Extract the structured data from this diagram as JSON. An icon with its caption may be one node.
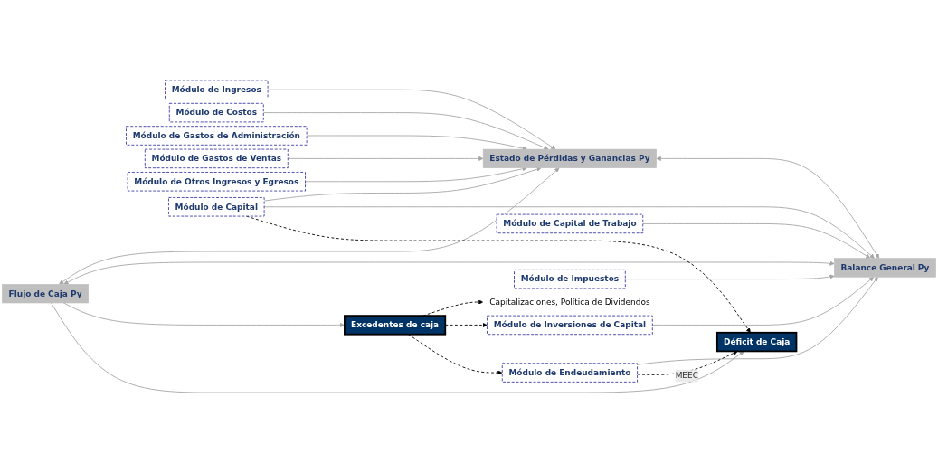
{
  "diagram": {
    "nodes": [
      {
        "text": [
          "Módulo de Ingresos"
        ]
      },
      {
        "text": [
          "Módulo de Costos"
        ]
      },
      {
        "text": [
          "Módulo de Gastos de Administración"
        ]
      },
      {
        "text": [
          "Módulo de Gastos de Ventas"
        ]
      },
      {
        "text": [
          "Módulo de Otros Ingresos y Egresos"
        ]
      },
      {
        "text": [
          "Excedentes de caja"
        ]
      },
      {
        "text": [
          "Capitalizaciones, Política de Dividendos"
        ]
      },
      {
        "text": [
          "Estado de Pérdidas y Ganancias Py"
        ]
      },
      {
        "text": [
          "Flujo de Caja Py"
        ]
      },
      {
        "text": [
          "Módulo de Capital"
        ]
      },
      {
        "text": [
          "Balance General Py"
        ]
      },
      {
        "text": [
          "Déficit de Caja"
        ]
      },
      {
        "text": [
          "Módulo de Capital de Trabajo"
        ]
      },
      {
        "text": [
          "Módulo de Inversiones de Capital"
        ]
      },
      {
        "text": [
          "Módulo de Endeudamiento"
        ]
      },
      {
        "text": [
          "Módulo de Impuestos"
        ]
      }
    ],
    "edges": [
      {
        "from": 0,
        "to": 7,
        "arrow": "to"
      },
      {
        "from": 1,
        "to": 7,
        "arrow": "to"
      },
      {
        "from": 2,
        "to": 7,
        "arrow": "to"
      },
      {
        "from": 3,
        "to": 7,
        "arrow": "to"
      },
      {
        "from": 4,
        "to": 7,
        "arrow": "to"
      },
      {
        "from": 5,
        "to": 6,
        "arrow": "to",
        "style": "dashed",
        "color": "#000000"
      },
      {
        "from": 8,
        "to": 7,
        "arrow": "both"
      },
      {
        "from": 8,
        "to": 10,
        "arrow": "both"
      },
      {
        "from": 7,
        "to": 10,
        "arrow": "both"
      },
      {
        "from": 9,
        "to": 7,
        "arrow": "to"
      },
      {
        "from": 9,
        "to": 10,
        "arrow": "to"
      },
      {
        "from": 8,
        "to": 5,
        "arrow": "to"
      },
      {
        "from": 8,
        "to": 11,
        "arrow": "to"
      },
      {
        "from": 9,
        "to": 11,
        "arrow": "to",
        "style": "dashed",
        "color": "#000000"
      },
      {
        "from": 12,
        "to": 10,
        "arrow": "to"
      },
      {
        "from": 13,
        "to": 10,
        "arrow": "to"
      },
      {
        "from": 14,
        "to": 10,
        "arrow": "to"
      },
      {
        "from": 15,
        "to": 10,
        "arrow": "to"
      },
      {
        "from": 14,
        "to": 11,
        "arrow": "to",
        "label": "MEEC",
        "style": "dashed",
        "color": "#000000"
      },
      {
        "from": 5,
        "to": 13,
        "arrow": "to",
        "style": "dashed",
        "color": "#000000"
      },
      {
        "from": 5,
        "to": 14,
        "arrow": "to",
        "style": "dashed",
        "color": "#000000"
      }
    ]
  }
}
